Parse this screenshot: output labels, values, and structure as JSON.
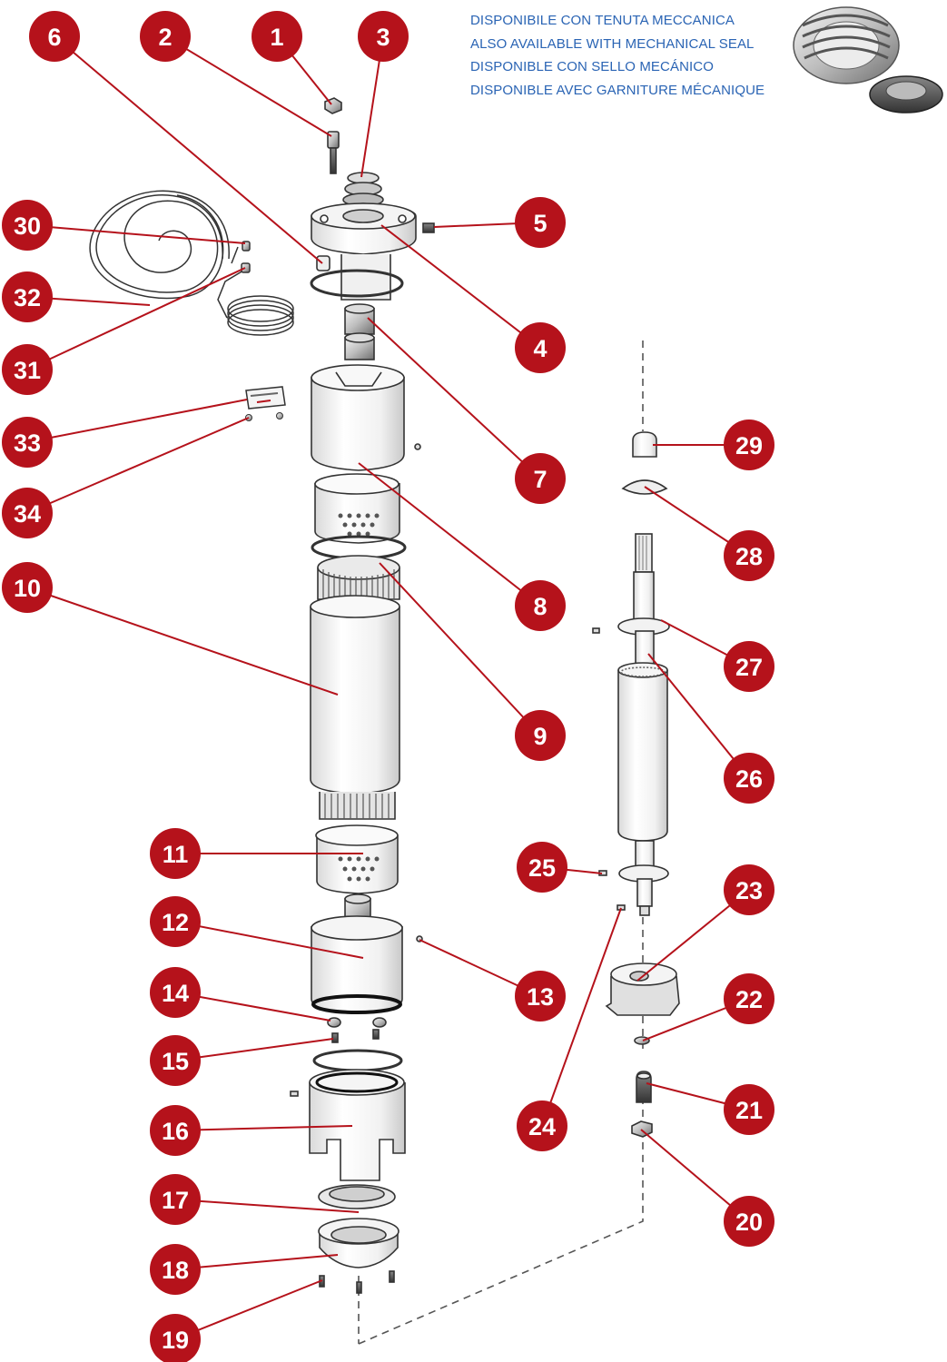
{
  "note": {
    "lines": [
      "DISPONIBILE CON TENUTA MECCANICA",
      "ALSO AVAILABLE WITH MECHANICAL SEAL",
      "DISPONIBLE CON SELLO MECÁNICO",
      "DISPONIBLE AVEC GARNITURE MÉCANIQUE"
    ],
    "color": "#2a64b4"
  },
  "callouts": [
    "1",
    "2",
    "3",
    "4",
    "5",
    "6",
    "7",
    "8",
    "9",
    "10",
    "11",
    "12",
    "13",
    "14",
    "15",
    "16",
    "17",
    "18",
    "19",
    "20",
    "21",
    "22",
    "23",
    "24",
    "25",
    "26",
    "27",
    "28",
    "29",
    "30",
    "31",
    "32",
    "33",
    "34"
  ],
  "colors": {
    "callout_fill": "#b5121b",
    "leader_line": "#b5121b",
    "outline": "#333333",
    "part_fill": "#f6f6f6"
  }
}
